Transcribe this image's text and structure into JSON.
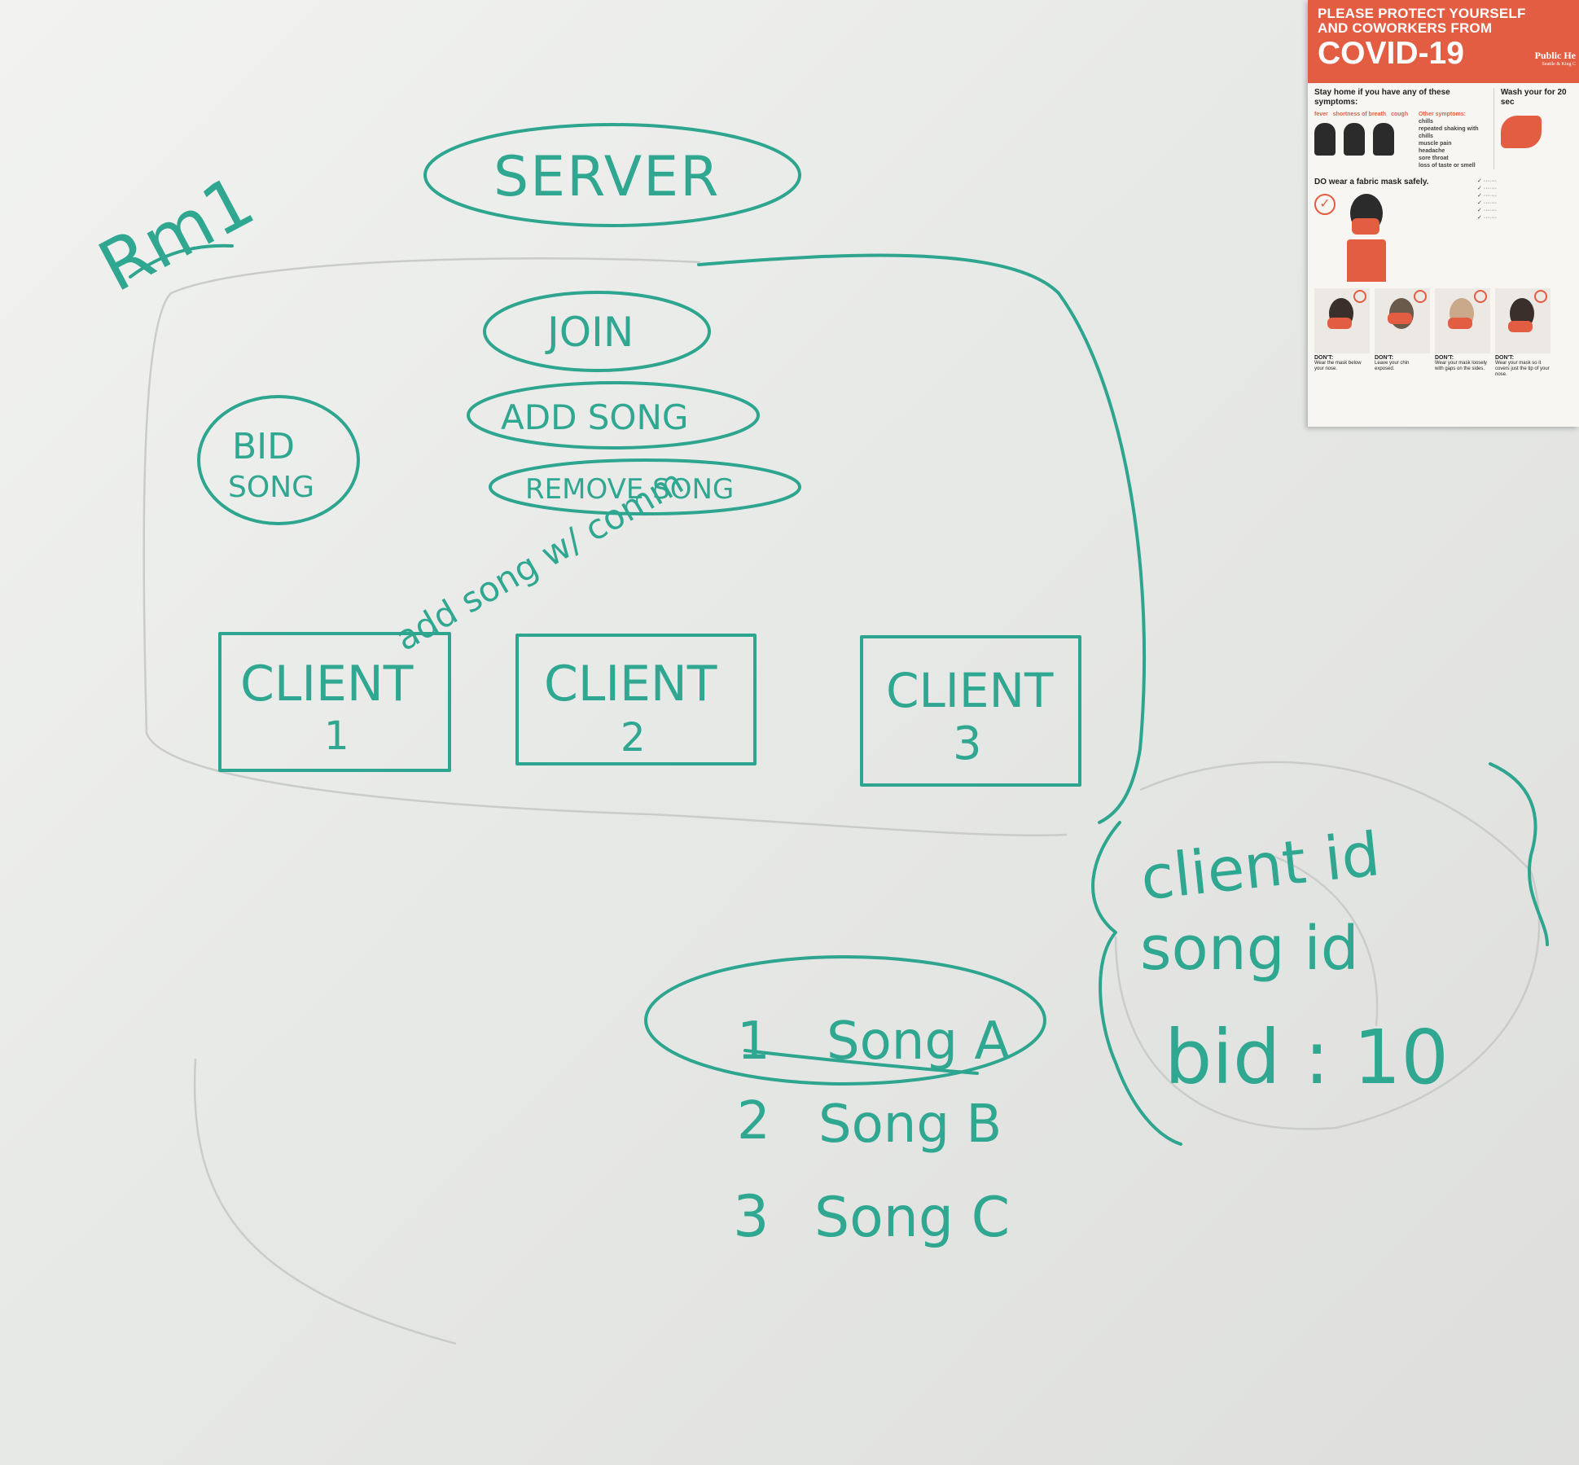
{
  "whiteboard": {
    "room_label": "Rm1",
    "server_label": "SERVER",
    "actions": {
      "join": "JOIN",
      "add_song": "ADD SONG",
      "remove_song": "REMOVE SONG",
      "bid_song_line1": "BID",
      "bid_song_line2": "SONG"
    },
    "annotation": "add song w/ comm",
    "clients": [
      {
        "line1": "CLIENT",
        "line2": "1"
      },
      {
        "line1": "CLIENT",
        "line2": "2"
      },
      {
        "line1": "CLIENT",
        "line2": "3"
      }
    ],
    "bid_fields": {
      "client_id": "client id",
      "song_id": "song id",
      "bid": "bid : 10"
    },
    "song_queue": [
      {
        "num": "1",
        "name": "Song A"
      },
      {
        "num": "2",
        "name": "Song B"
      },
      {
        "num": "3",
        "name": "Song C"
      }
    ],
    "ink_color": "#2fa791"
  },
  "poster": {
    "header_line1": "PLEASE PROTECT YOURSELF",
    "header_line2": "AND COWORKERS FROM",
    "header_title": "COVID-19",
    "publisher": "Public He",
    "publisher_sub": "Seattle & King C",
    "symptoms_heading": "Stay home if you have any of these symptoms:",
    "wash_heading": "Wash your for 20 sec",
    "symptoms": [
      "fever",
      "shortness of breath",
      "cough"
    ],
    "other_symptoms_label": "Other symptoms:",
    "other_symptoms": [
      "chills",
      "repeated shaking with chills",
      "muscle pain",
      "headache",
      "sore throat",
      "loss of taste or smell"
    ],
    "mask_heading": "DO wear a fabric mask safely.",
    "dont_label": "DON'T:",
    "dont_captions": [
      "Wear the mask below your nose.",
      "Leave your chin exposed.",
      "Wear your mask loosely with gaps on the sides.",
      "Wear your mask so it covers just the tip of your nose."
    ],
    "accent_color": "#e35d43"
  }
}
